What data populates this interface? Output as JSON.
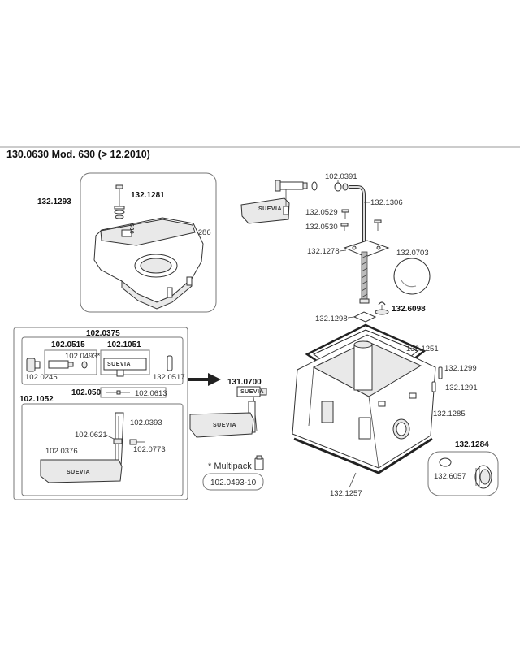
{
  "header": {
    "title": "130.0630 Mod. 630 (> 12.2010)"
  },
  "parts": {
    "p1": "132.1293",
    "p2": "132.1281",
    "p3": "132.1286",
    "p4": "630",
    "p5": "102.0391",
    "p6": "132.1306",
    "p7": "132.0529",
    "p8": "132.0530",
    "p9": "132.1278",
    "p10": "132.0703",
    "p11": "132.1298",
    "p12": "132.6098",
    "p13": "132.1251",
    "p14": "132.1299",
    "p15": "132.1291",
    "p16": "132.1285",
    "p17": "132.1284",
    "p18": "132.6057",
    "p19": "132.1257",
    "p20": "102.0375",
    "p21": "102.0515",
    "p22": "102.1051",
    "p23": "102.0493*",
    "p24": "102.0245",
    "p25": "132.0517",
    "p26": "102.1052",
    "p27": "102.0507",
    "p28": "102.0613",
    "p29": "102.0393",
    "p30": "102.0621",
    "p31": "102.0773",
    "p32": "102.0376",
    "p33": "131.0700",
    "p34": "102.0493-10"
  },
  "notes": {
    "multipack": "* Multipack"
  },
  "brand": {
    "name": "SUEVIA"
  }
}
